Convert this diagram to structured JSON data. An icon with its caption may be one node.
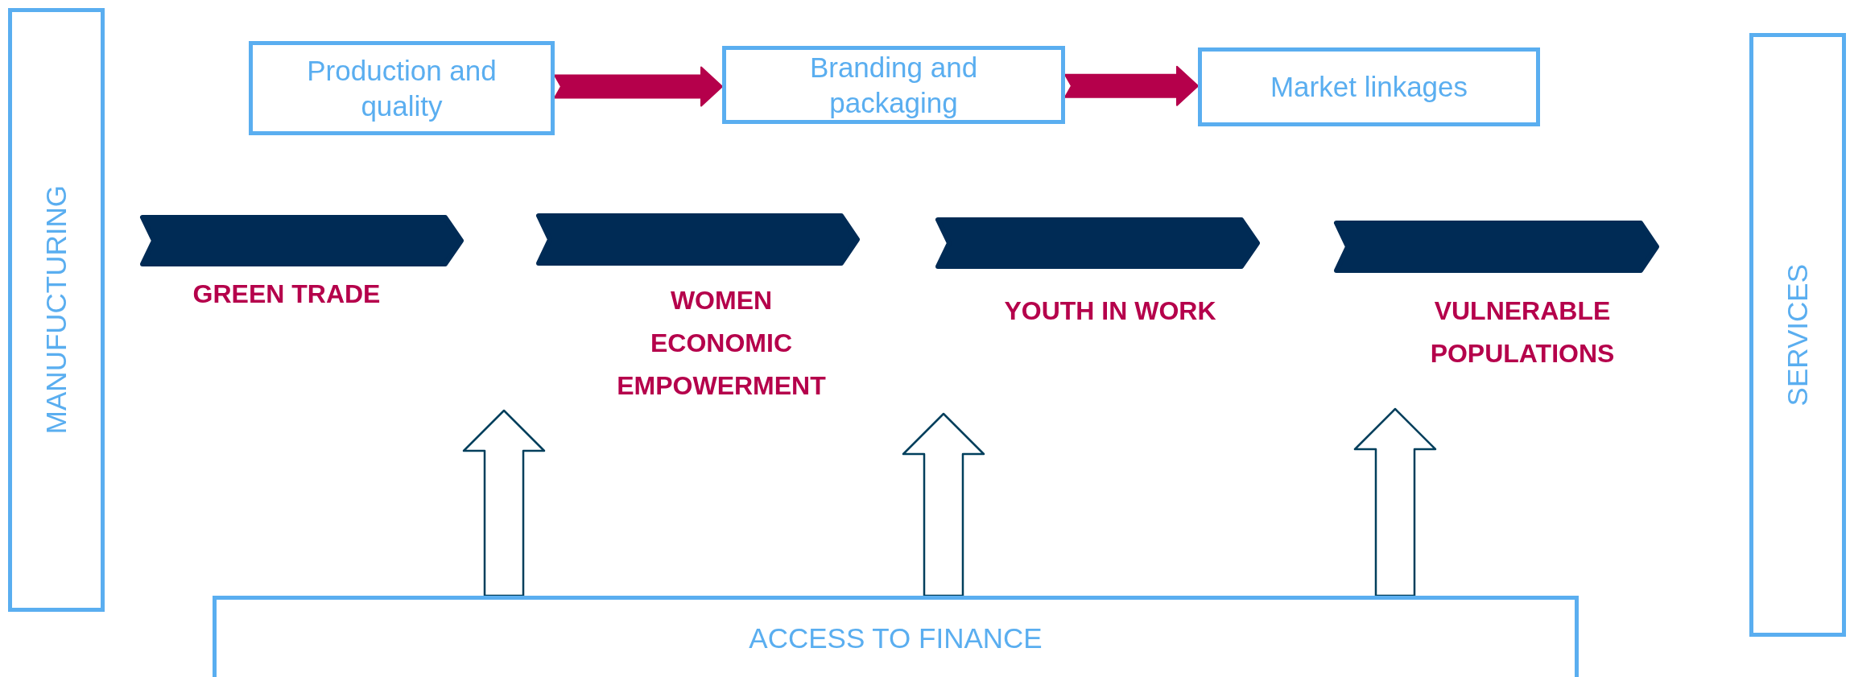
{
  "diagram": {
    "nodes": [
      {
        "text": [
          "MANUFUCTURING"
        ]
      },
      {
        "text": [
          "Production and quality"
        ]
      },
      {
        "text": [
          "Branding and packaging"
        ]
      },
      {
        "text": [
          "Market linkages"
        ]
      },
      {
        "text": [
          "GREEN TRADE"
        ]
      },
      {
        "text": [
          "WOMEN ECONOMIC EMPOWERMENT"
        ]
      },
      {
        "text": [
          "YOUTH IN WORK"
        ]
      },
      {
        "text": [
          "VULNERABLE POPULATIONS"
        ]
      },
      {
        "text": [
          "SERVICES"
        ]
      },
      {
        "text": [
          "ACCESS TO FINANCE"
        ]
      }
    ],
    "edges": [
      {
        "from": 1,
        "to": 2,
        "arrow": "to",
        "color": "#b5004b"
      },
      {
        "from": 2,
        "to": 3,
        "arrow": "to",
        "color": "#b5004b"
      },
      {
        "from": 9,
        "to": 5,
        "arrow": "to"
      },
      {
        "from": 9,
        "to": 6,
        "arrow": "to"
      },
      {
        "from": 9,
        "to": 7,
        "arrow": "to"
      }
    ]
  }
}
